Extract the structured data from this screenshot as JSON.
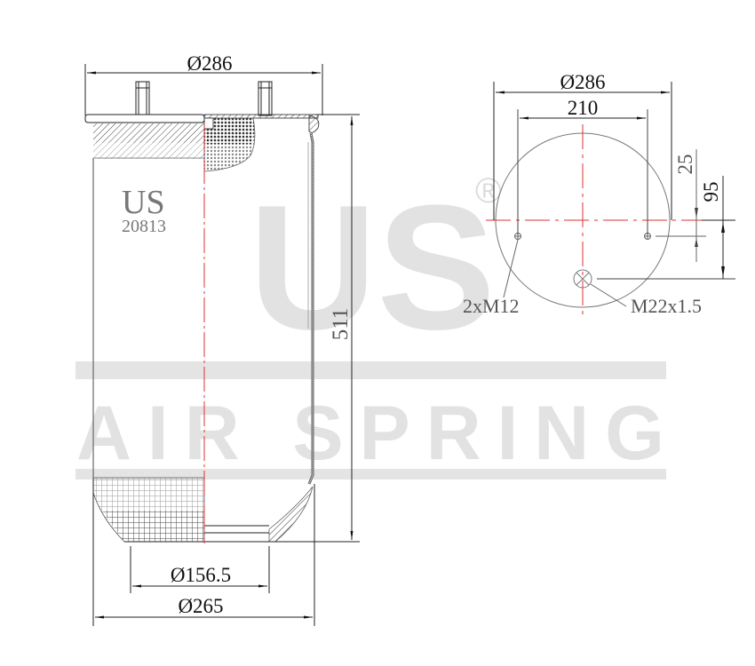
{
  "watermark": {
    "brand": "US",
    "registered_mark": "®",
    "tagline": "AIR SPRING",
    "color": "#e2e2e2"
  },
  "side_view": {
    "label_brand": "US",
    "part_number": "20813",
    "dimensions": {
      "top_diameter": "Ø286",
      "height": "511",
      "bottom_inner_diameter": "Ø156.5",
      "bottom_outer_diameter": "Ø265"
    }
  },
  "top_view": {
    "dimensions": {
      "outer_diameter": "Ø286",
      "bolt_spacing": "210",
      "bolt_offset": "25",
      "port_offset": "95"
    },
    "callouts": {
      "bolts": "2xM12",
      "air_port": "M22x1.5"
    }
  },
  "colors": {
    "centerline": "#e03030",
    "line": "#111111",
    "thin_line": "#666666"
  }
}
